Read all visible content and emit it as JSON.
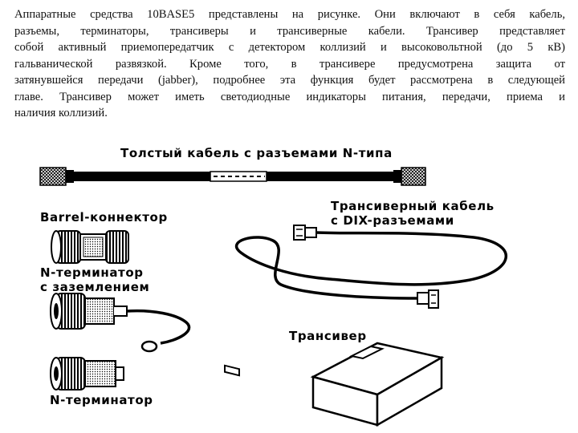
{
  "paragraph": {
    "lines": [
      "Аппаратные средства 10BASE5 представлены на рисунке. Они включают в себя кабель,",
      "разъемы, терминаторы, трансиверы и трансиверные кабели. Трансивер представляет",
      "собой активный приемопередатчик с детектором коллизий и высоковольтной (до 5 кВ)",
      "гальванической развязкой. Кроме того, в трансивере предусмотрена защита от",
      "затянувшейся передачи (jabber), подробнее эта функция будет рассмотрена в следующей",
      "главе. Трансивер может иметь светодиодные индикаторы питания, передачи, приема и",
      "наличия коллизий."
    ]
  },
  "figure": {
    "thick_cable_label": "Толстый кабель с разъемами N-типа",
    "transceiver_cable_label_line1": "Трансиверный кабель",
    "transceiver_cable_label_line2": "с DIX-разъемами",
    "barrel_connector_label": "Barrel-коннектор",
    "grounded_terminator_label_line1": "N-терминатор",
    "grounded_terminator_label_line2": "с заземлением",
    "transceiver_label": "Трансивер",
    "n_terminator_label": "N-терминатор"
  }
}
